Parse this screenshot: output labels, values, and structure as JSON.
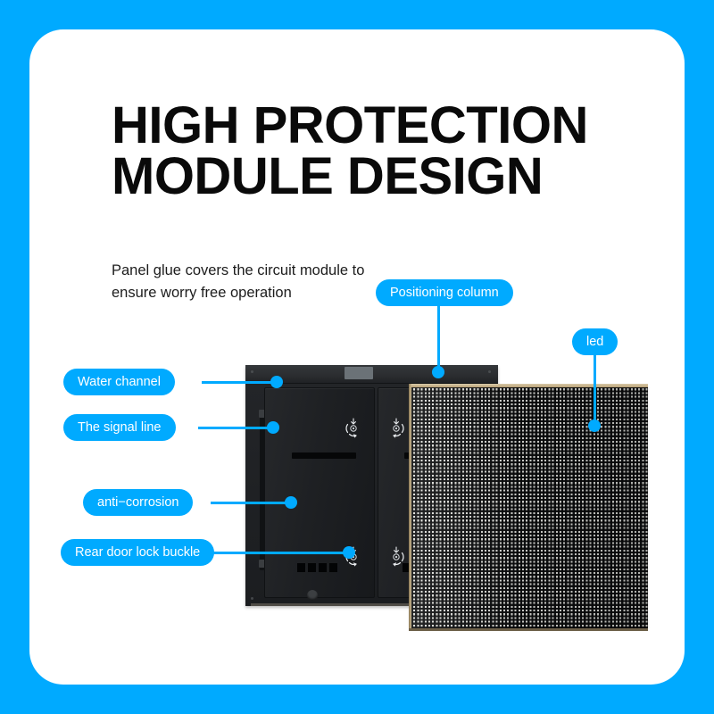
{
  "theme": {
    "accent": "#00AAFF",
    "card_bg": "#ffffff",
    "text": "#0a0a0a"
  },
  "header": {
    "title_line1": "HIGH PROTECTION",
    "title_line2": "MODULE DESIGN",
    "subtitle_line1": "Panel glue covers the circuit module to",
    "subtitle_line2": "ensure worry free operation"
  },
  "callouts": [
    {
      "id": "positioning-column",
      "label": "Positioning column"
    },
    {
      "id": "led",
      "label": "led"
    },
    {
      "id": "water-channel",
      "label": "Water channel"
    },
    {
      "id": "the-signal-line",
      "label": "The signal line"
    },
    {
      "id": "anti-corrosion",
      "label": "anti−corrosion"
    },
    {
      "id": "rear-door-lock-buckle",
      "label": "Rear door lock buckle"
    }
  ],
  "product": {
    "name": "led-display-module-cabinet",
    "parts": {
      "cabinet": "rear-cabinet",
      "door_left": "rear-door-left",
      "door_right": "rear-door-right",
      "led_panel": "led-pixel-panel",
      "positioning_column": "positioning-column-block",
      "lock_icons": 4,
      "vent_count": 4
    }
  }
}
